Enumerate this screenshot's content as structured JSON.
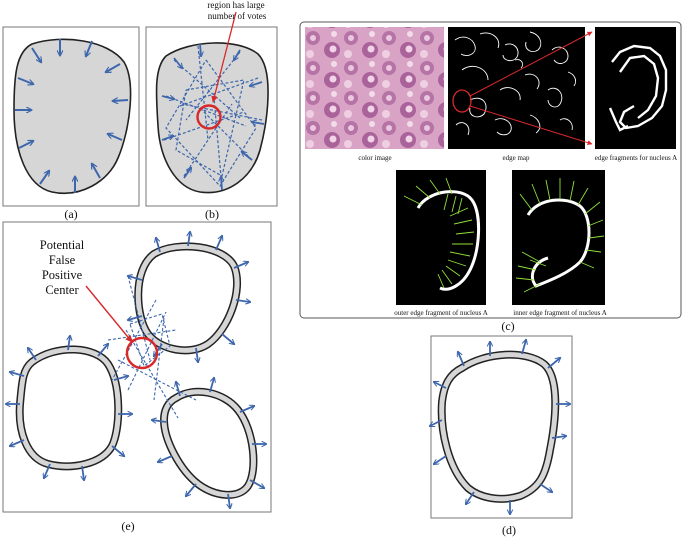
{
  "captions": {
    "a": "(a)",
    "b": "(b)",
    "c": "(c)",
    "d": "(d)",
    "e": "(e)"
  },
  "panel_b": {
    "annotation_line1": "region has large",
    "annotation_line2": "number of votes"
  },
  "panel_c": {
    "color_image": "color image",
    "edge_map": "edge map",
    "edge_fragments": "edge fragments for nucleus A",
    "outer_fragment": "outer edge fragment of nucleus A",
    "inner_fragment": "inner edge fragment of nucleus A"
  },
  "panel_e": {
    "annotation": [
      "Potential",
      "False",
      "Positive",
      "Center"
    ]
  },
  "colors": {
    "arrow": "#3d66ac",
    "highlight": "#d7282a",
    "nucleus_fill": "#d6d6d6",
    "edge_green": "#8fe03a"
  }
}
